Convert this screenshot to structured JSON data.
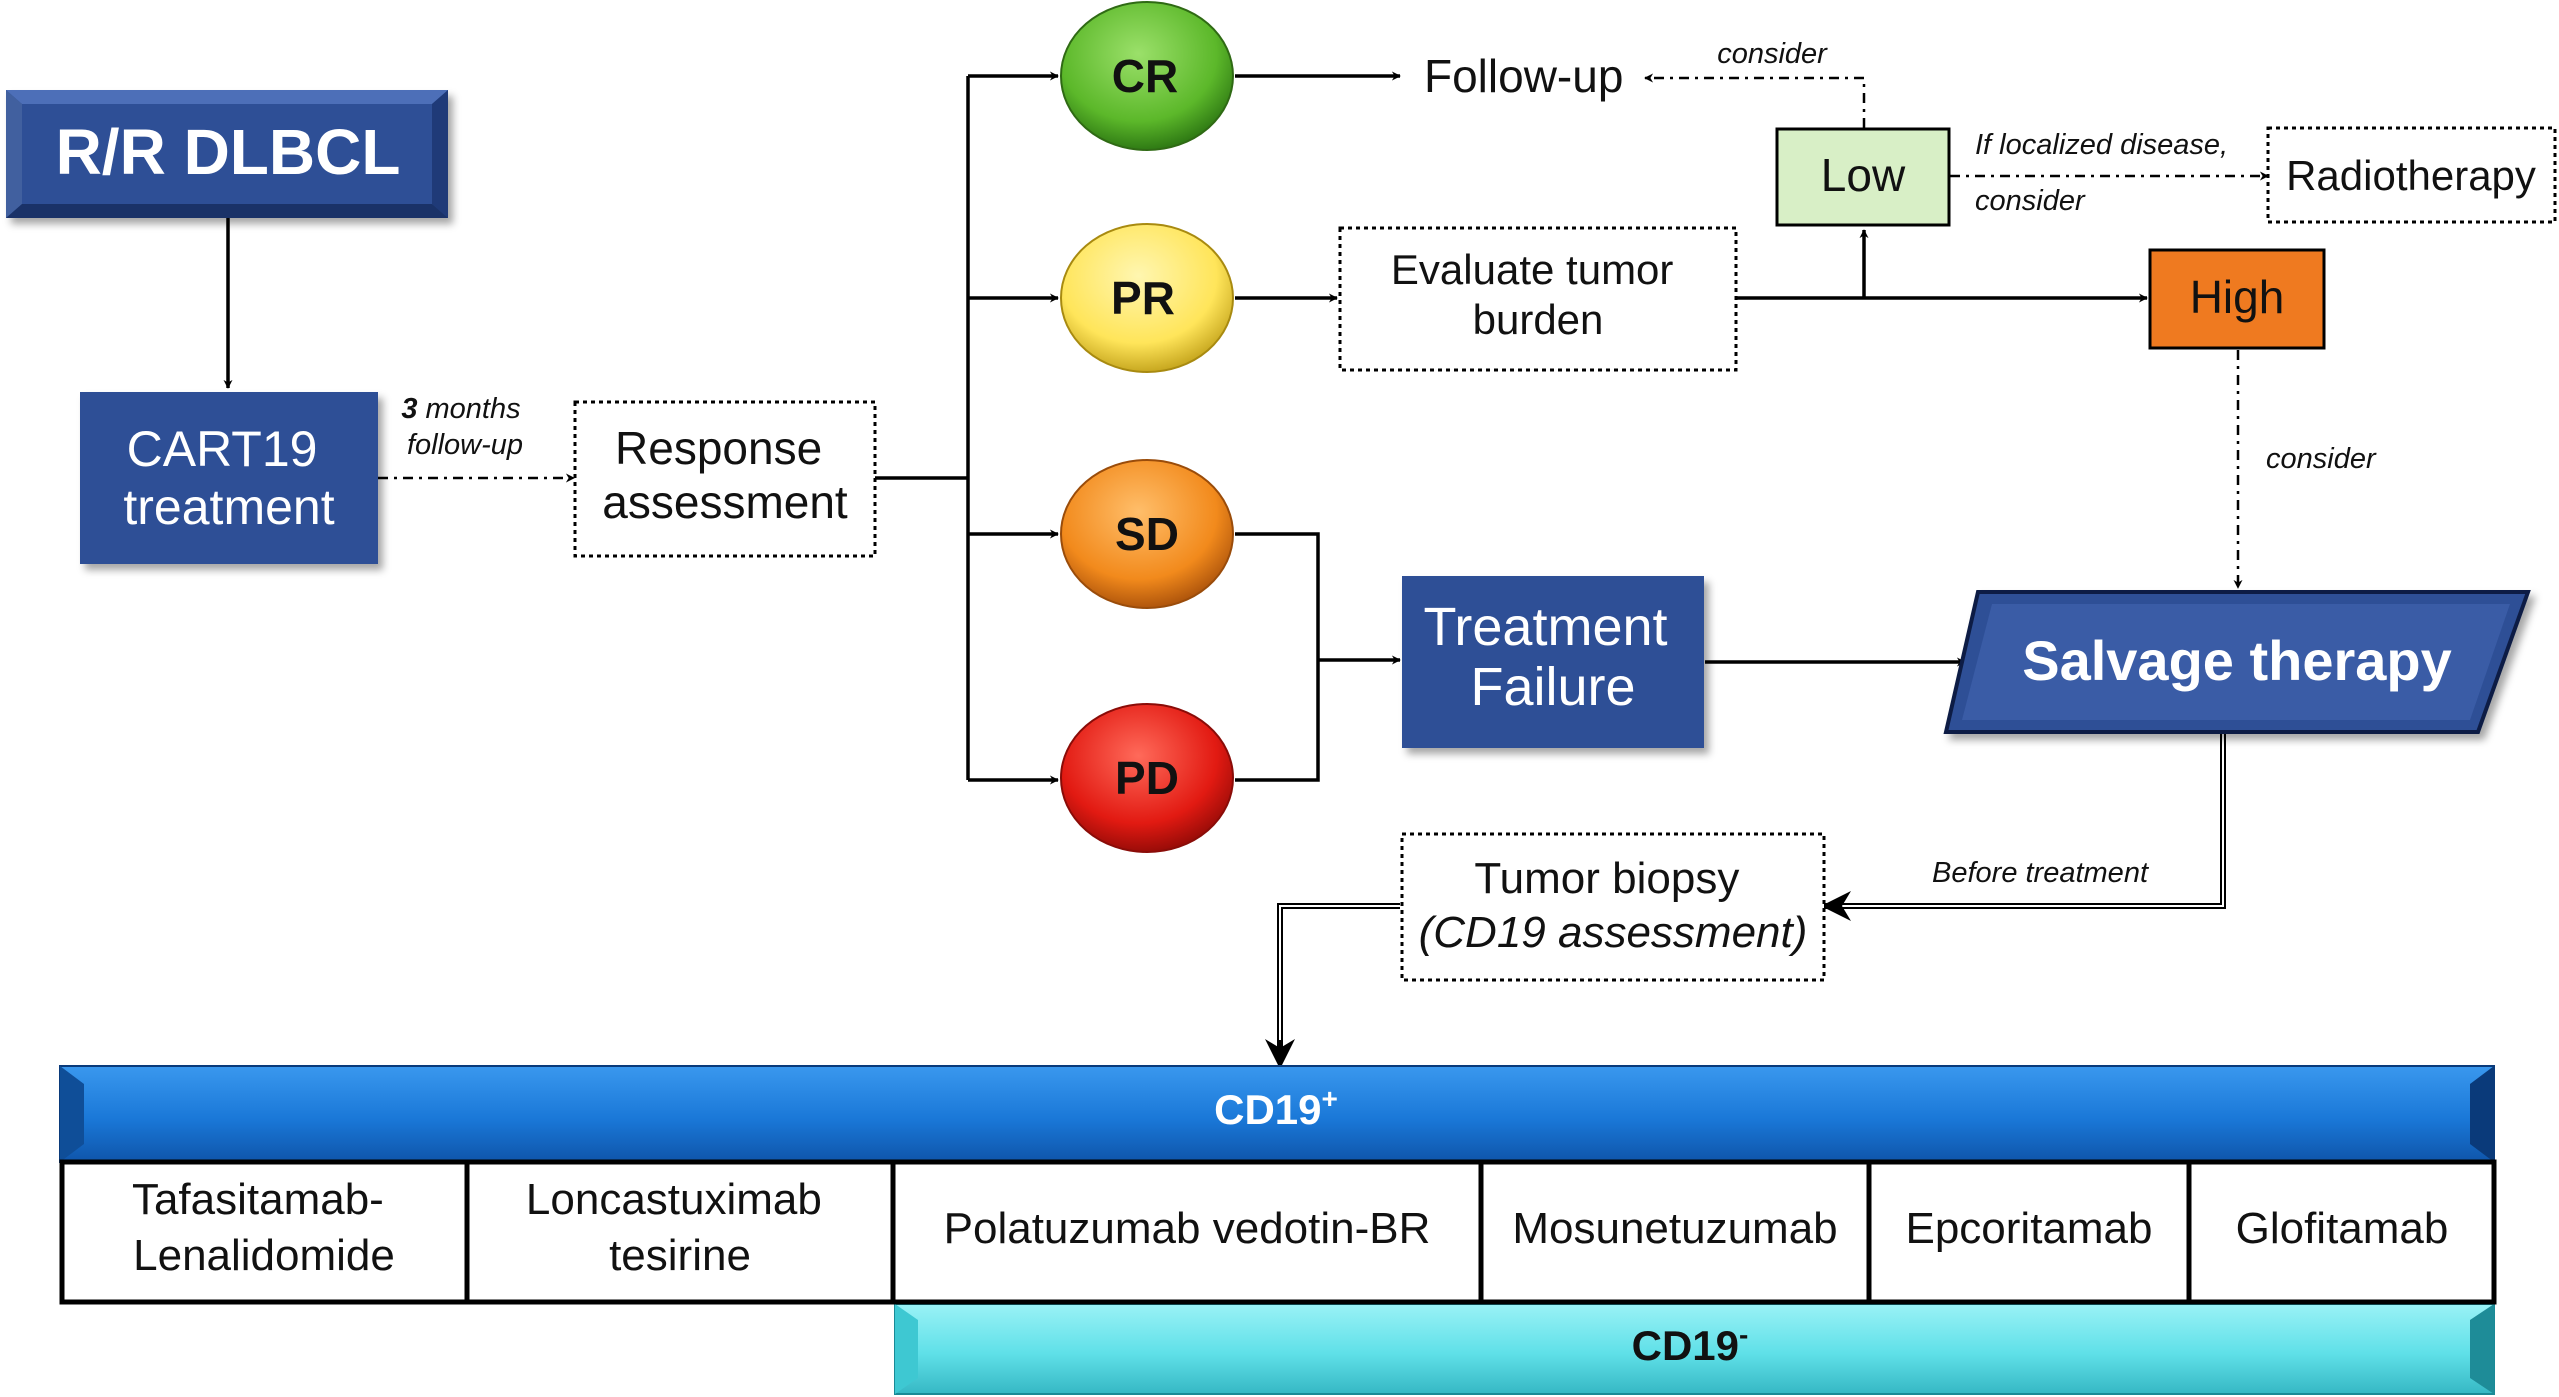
{
  "start": "R/R DLBCL",
  "cart": [
    "CART19",
    "treatment"
  ],
  "followup_note": [
    "3",
    " months",
    "follow-up"
  ],
  "response": [
    "Response",
    "assessment"
  ],
  "outcomes": {
    "cr": "CR",
    "pr": "PR",
    "sd": "SD",
    "pd": "PD"
  },
  "followup": "Follow-up",
  "evaluate": [
    "Evaluate tumor",
    "burden"
  ],
  "low": "Low",
  "high": "High",
  "radiotherapy": "Radiotherapy",
  "localized_note": [
    "If localized disease,",
    "consider"
  ],
  "consider": "consider",
  "treatment_failure": [
    "Treatment",
    "Failure"
  ],
  "salvage": "Salvage therapy",
  "before_treatment": "Before treatment",
  "biopsy": [
    "Tumor biopsy",
    "(CD19 assessment)"
  ],
  "cd19_pos": {
    "base": "CD19",
    "sup": "+"
  },
  "cd19_neg": {
    "base": "CD19",
    "sup": "-"
  },
  "therapies": [
    [
      "Tafasitamab-",
      "Lenalidomide"
    ],
    [
      "Loncastuximab",
      "tesirine"
    ],
    [
      "Polatuzumab vedotin-BR"
    ],
    [
      "Mosunetuzumab"
    ],
    [
      "Epcoritamab"
    ],
    [
      "Glofitamab"
    ]
  ],
  "colors": {
    "navy": "#2e4f96",
    "cr": "#5cb82a",
    "pr": "#ffe55a",
    "sd": "#f28a1c",
    "pd": "#e21a12",
    "low": "#d8efc6",
    "high": "#ef7a20",
    "cd19_pos": "#1a78d8",
    "cd19_neg": "#5fe0e8"
  }
}
